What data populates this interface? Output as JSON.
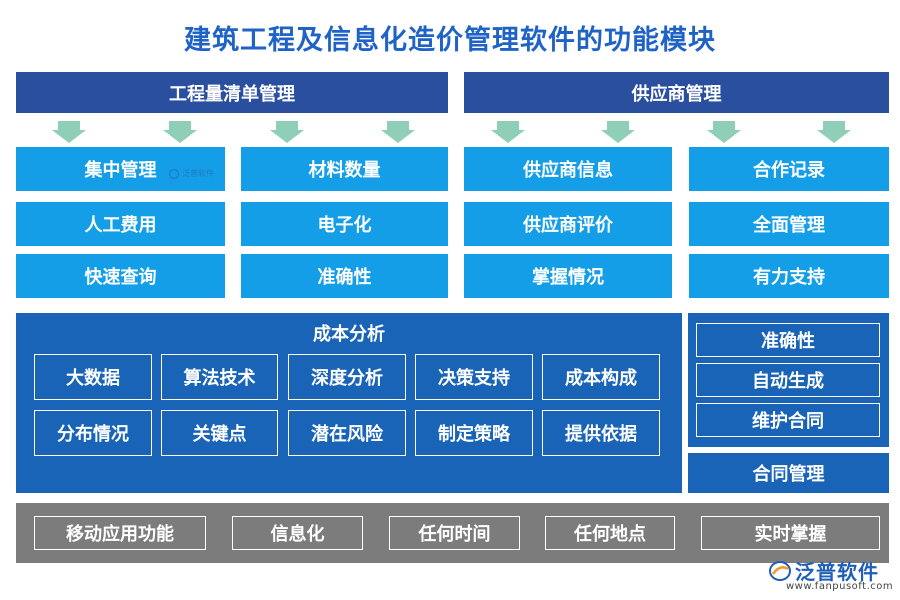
{
  "title": "建筑工程及信息化造价管理软件的功能模块",
  "sections": {
    "left_header": "工程量清单管理",
    "right_header": "供应商管理"
  },
  "left_grid": [
    [
      "集中管理",
      "材料数量"
    ],
    [
      "人工费用",
      "电子化"
    ],
    [
      "快速查询",
      "准确性"
    ]
  ],
  "right_grid": [
    [
      "供应商信息",
      "合作记录"
    ],
    [
      "供应商评价",
      "全面管理"
    ],
    [
      "掌握情况",
      "有力支持"
    ]
  ],
  "cost_analysis": {
    "title": "成本分析",
    "row1": [
      "大数据",
      "算法技术",
      "深度分析",
      "决策支持",
      "成本构成"
    ],
    "row2": [
      "分布情况",
      "关键点",
      "潜在风险",
      "制定策略",
      "提供依据"
    ]
  },
  "contract": {
    "items": [
      "准确性",
      "自动生成",
      "维护合同"
    ],
    "label": "合同管理"
  },
  "mobile": {
    "items": [
      "移动应用功能",
      "信息化",
      "任何时间",
      "任何地点",
      "实时掌握"
    ]
  },
  "watermark": {
    "small_text": "泛普软件",
    "logo_text": "泛普软件",
    "url": "www.fanpusoft.com"
  },
  "colors": {
    "header": "#2b4f9f",
    "cell": "#149ee8",
    "panel": "#1a64b8",
    "bottom": "#7c7c7c",
    "arrow": "#8fcfb8",
    "title": "#1f63c6"
  }
}
